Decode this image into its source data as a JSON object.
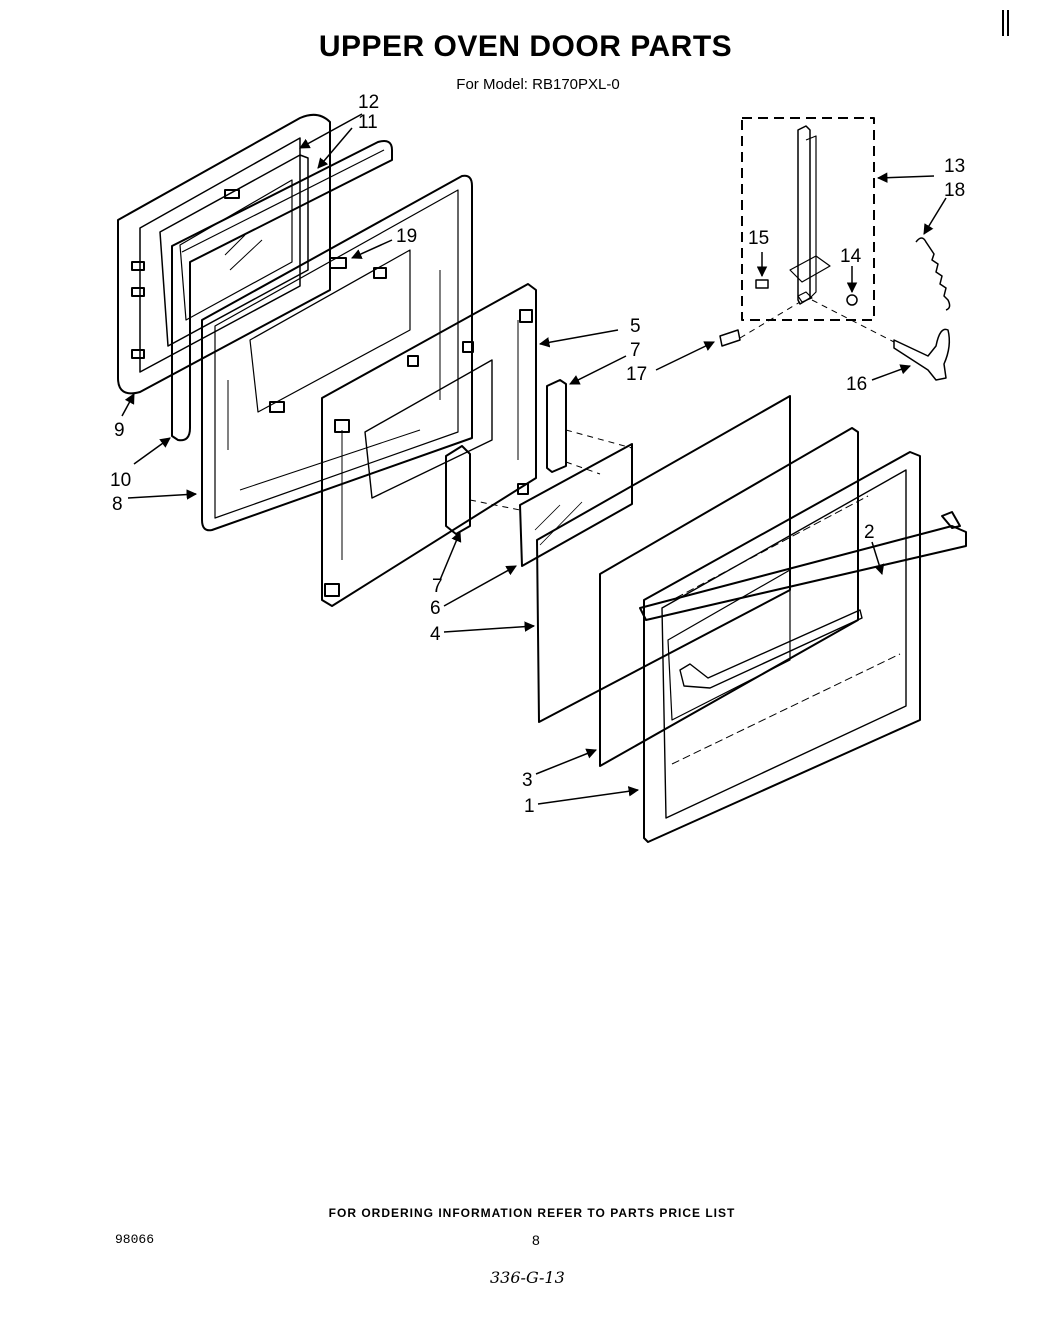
{
  "title": "UPPER OVEN DOOR PARTS",
  "subtitle": "For Model: RB170PXL-0",
  "callouts": [
    "12",
    "11",
    "19",
    "9",
    "10",
    "8",
    "5",
    "7",
    "17",
    "7",
    "6",
    "4",
    "3",
    "1",
    "2",
    "13",
    "18",
    "15",
    "14",
    "16"
  ],
  "footer": {
    "note": "FOR ORDERING INFORMATION REFER TO PARTS PRICE LIST",
    "doc_number": "98066",
    "page_number": "8",
    "handwritten_code": "336-G-13"
  }
}
